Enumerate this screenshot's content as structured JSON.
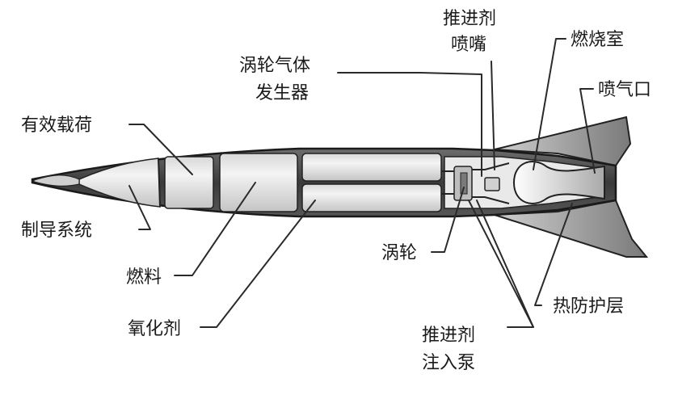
{
  "labels": {
    "payload": "有效载荷",
    "guidance": "制导系统",
    "fuel": "燃料",
    "oxidizer": "氧化剂",
    "gas_generator_line1": "涡轮气体",
    "gas_generator_line2": "发生器",
    "propellant_nozzle_line1": "推进剂",
    "propellant_nozzle_line2": "喷嘴",
    "combustion_chamber": "燃烧室",
    "exhaust": "喷气口",
    "turbine": "涡轮",
    "heat_shield": "热防护层",
    "pump_line1": "推进剂",
    "pump_line2": "注入泵"
  },
  "colors": {
    "shell_dark": "#3c3c3c",
    "section_light": "#e6e6e6",
    "fin_gray": "#8a8a8a",
    "line": "#2a2a2a"
  }
}
